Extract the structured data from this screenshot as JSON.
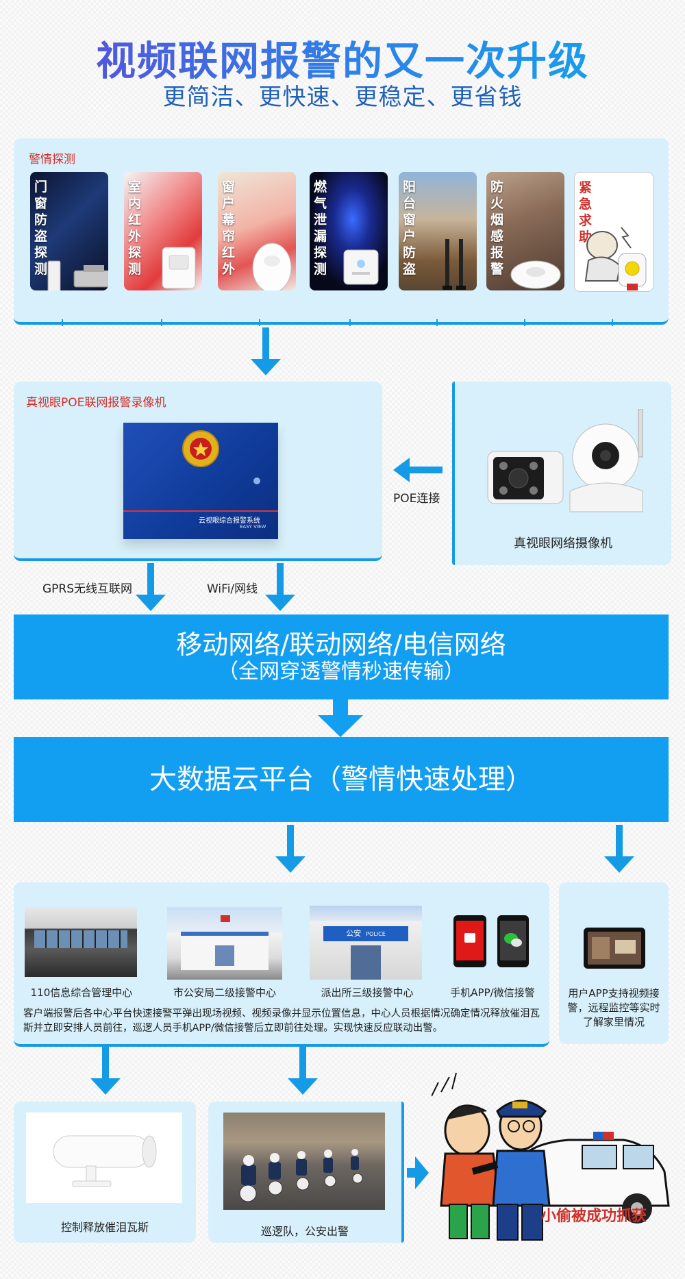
{
  "header": {
    "title": "视频联网报警的又一次升级",
    "subtitle": "更简洁、更快速、更稳定、更省钱"
  },
  "detection": {
    "label": "警情探测",
    "items": [
      {
        "label": "门窗防盗探测",
        "icon": "door-window-sensor-icon"
      },
      {
        "label": "室内红外探测",
        "icon": "pir-sensor-icon"
      },
      {
        "label": "窗户幕帘红外",
        "icon": "curtain-sensor-icon"
      },
      {
        "label": "燃气泄漏探测",
        "icon": "gas-detector-icon"
      },
      {
        "label": "阳台窗户防盗",
        "icon": "balcony-beam-icon"
      },
      {
        "label": "防火烟感报警",
        "icon": "smoke-detector-icon"
      },
      {
        "label": "紧急求助",
        "icon": "panic-button-icon"
      }
    ]
  },
  "nvr": {
    "label": "真视眼POE联网报警录像机",
    "device_text": "云视眼综合报警系统",
    "device_sub": "EASY VIEW"
  },
  "poe": {
    "label": "POE连接"
  },
  "camera": {
    "label": "真视眼网络摄像机"
  },
  "links": {
    "gprs": "GPRS无线互联网",
    "wifi": "WiFi/网线"
  },
  "network": {
    "line1": "移动网络/联动网络/电信网络",
    "line2": "（全网穿透警情秒速传输）"
  },
  "cloud": {
    "label": "大数据云平台（警情快速处理）"
  },
  "centers": {
    "items": [
      {
        "label": "110信息综合管理中心"
      },
      {
        "label": "市公安局二级接警中心"
      },
      {
        "label": "派出所三级接警中心"
      },
      {
        "label": "手机APP/微信接警"
      }
    ],
    "police_sign": "公安",
    "police_en": "POLICE",
    "description": "客户端报警后各中心平台快速接警平弹出现场视频、视频录像并显示位置信息，中心人员根据情况确定情况释放催泪瓦斯并立即安排人员前往，巡逻人员手机APP/微信接警后立即前往处理。实现快速反应联动出警。"
  },
  "user_app": {
    "label": "用户APP支持视频接警，远程监控等实时了解家里情况"
  },
  "teargas": {
    "label": "控制释放催泪瓦斯"
  },
  "patrol": {
    "label": "巡逻队，公安出警"
  },
  "result": {
    "label": "小偷被成功抓获"
  },
  "colors": {
    "accent": "#129ef1",
    "panel": "#d8f0fb",
    "alert_red": "#d0302b",
    "title_blue": "#3b5bd6"
  }
}
